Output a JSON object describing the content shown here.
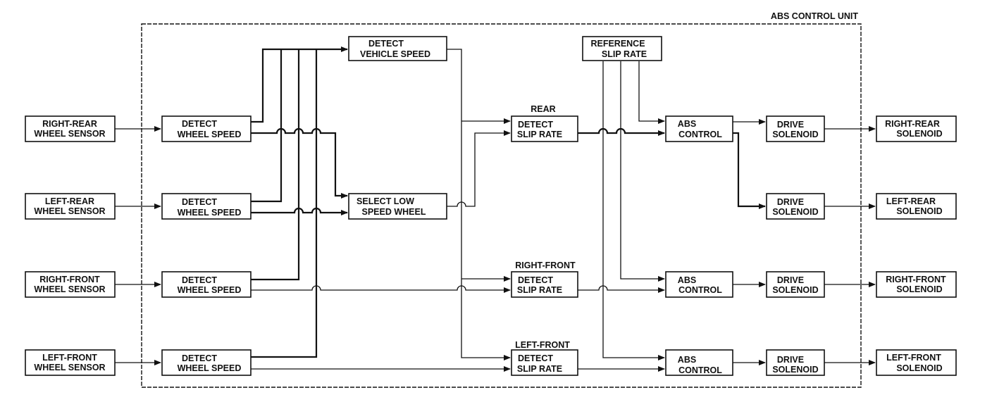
{
  "diagram": {
    "unit_label": "ABS CONTROL UNIT",
    "sensors": [
      {
        "line1": "RIGHT-REAR",
        "line2": "WHEEL SENSOR"
      },
      {
        "line1": "LEFT-REAR",
        "line2": "WHEEL SENSOR"
      },
      {
        "line1": "RIGHT-FRONT",
        "line2": "WHEEL SENSOR"
      },
      {
        "line1": "LEFT-FRONT",
        "line2": "WHEEL SENSOR"
      }
    ],
    "detect_wheel_speed": {
      "line1": "DETECT",
      "line2": "WHEEL SPEED"
    },
    "detect_vehicle_speed": {
      "line1": "DETECT",
      "line2": "VEHICLE SPEED"
    },
    "select_low_speed_wheel": {
      "line1": "SELECT LOW",
      "line2": "SPEED WHEEL"
    },
    "reference_slip_rate": {
      "line1": "REFERENCE",
      "line2": "SLIP RATE"
    },
    "detect_slip_rate": {
      "line1": "DETECT",
      "line2": "SLIP RATE"
    },
    "slip_rate_labels": [
      "REAR",
      "RIGHT-FRONT",
      "LEFT-FRONT"
    ],
    "abs_control": {
      "line1": "ABS",
      "line2": "CONTROL"
    },
    "drive_solenoid": {
      "line1": "DRIVE",
      "line2": "SOLENOID"
    },
    "solenoids": [
      {
        "line1": "RIGHT-REAR",
        "line2": "SOLENOID"
      },
      {
        "line1": "LEFT-REAR",
        "line2": "SOLENOID"
      },
      {
        "line1": "RIGHT-FRONT",
        "line2": "SOLENOID"
      },
      {
        "line1": "LEFT-FRONT",
        "line2": "SOLENOID"
      }
    ]
  }
}
